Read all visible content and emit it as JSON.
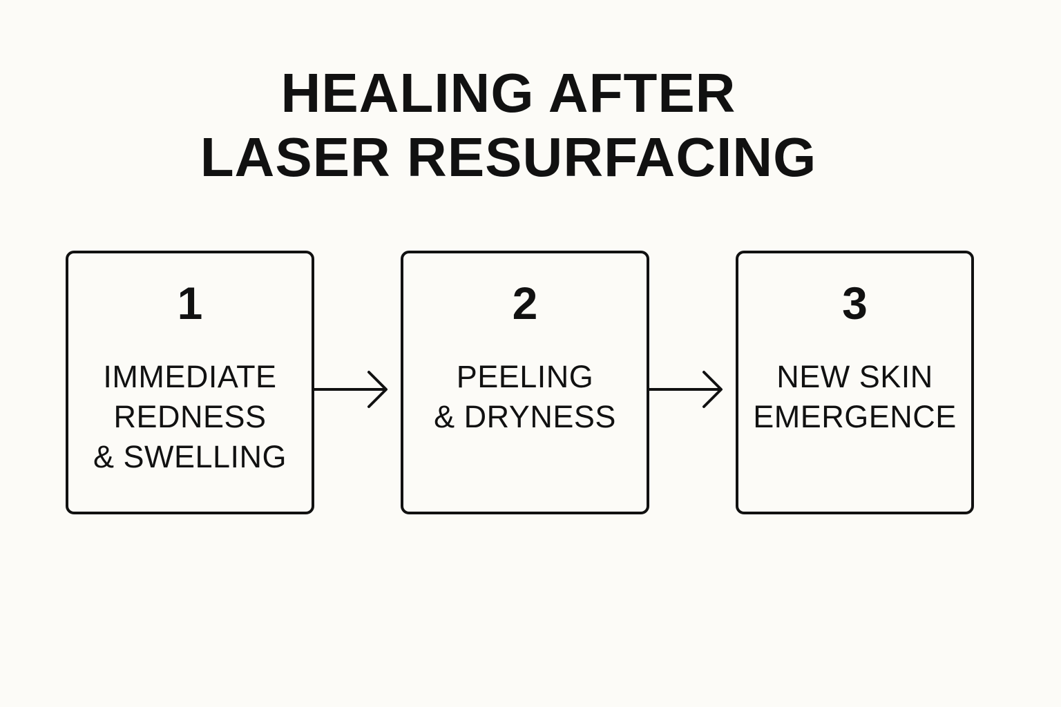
{
  "title": {
    "line1": "HEALING AFTER",
    "line2": "LASER RESURFACING"
  },
  "steps": [
    {
      "number": "1",
      "lines": [
        "IMMEDIATE",
        "REDNESS",
        "& SWELLING"
      ]
    },
    {
      "number": "2",
      "lines": [
        "PEELING",
        "& DRYNESS"
      ]
    },
    {
      "number": "3",
      "lines": [
        "NEW SKIN",
        "EMERGENCE"
      ]
    }
  ],
  "arrows": [
    {
      "icon": "arrow-right-icon"
    },
    {
      "icon": "arrow-right-icon"
    }
  ],
  "colors": {
    "background": "#fcfbf7",
    "ink": "#111111"
  }
}
